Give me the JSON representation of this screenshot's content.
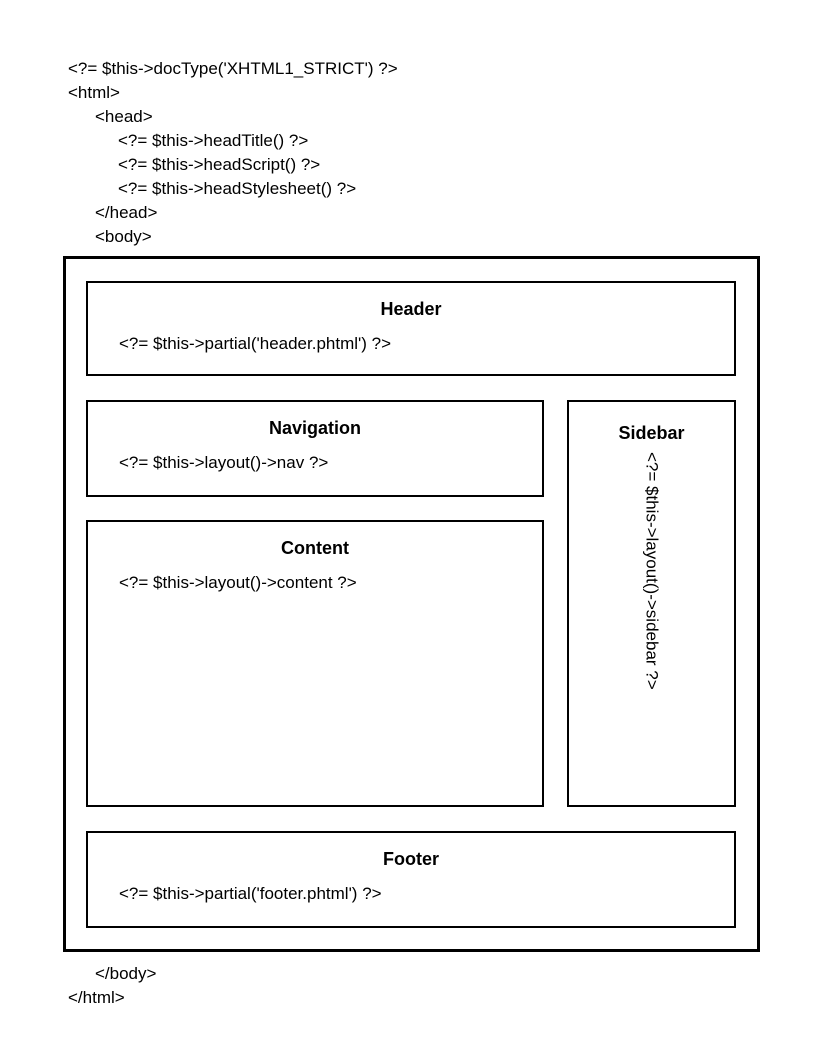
{
  "page": {
    "background": "#ffffff",
    "text_color": "#000000",
    "border_color": "#000000"
  },
  "code_top": {
    "lines": [
      {
        "indent": 0,
        "text": "<?= $this->docType('XHTML1_STRICT') ?>"
      },
      {
        "indent": 0,
        "text": "<html>"
      },
      {
        "indent": 1,
        "text": "<head>"
      },
      {
        "indent": 2,
        "text": "<?= $this->headTitle() ?>"
      },
      {
        "indent": 2,
        "text": "<?= $this->headScript() ?>"
      },
      {
        "indent": 2,
        "text": "<?= $this->headStylesheet() ?>"
      },
      {
        "indent": 1,
        "text": "</head>"
      },
      {
        "indent": 1,
        "text": "<body>"
      }
    ]
  },
  "diagram": {
    "header": {
      "title": "Header",
      "code": "<?= $this->partial('header.phtml') ?>"
    },
    "navigation": {
      "title": "Navigation",
      "code": "<?= $this->layout()->nav ?>"
    },
    "content": {
      "title": "Content",
      "code": "<?= $this->layout()->content ?>"
    },
    "sidebar": {
      "title": "Sidebar",
      "code": "<?= $this->layout()->sidebar ?>"
    },
    "footer": {
      "title": "Footer",
      "code": "<?= $this->partial('footer.phtml') ?>"
    }
  },
  "code_bottom": {
    "lines": [
      {
        "indent": 1,
        "text": "</body>"
      },
      {
        "indent": 0,
        "text": "</html>"
      }
    ]
  }
}
